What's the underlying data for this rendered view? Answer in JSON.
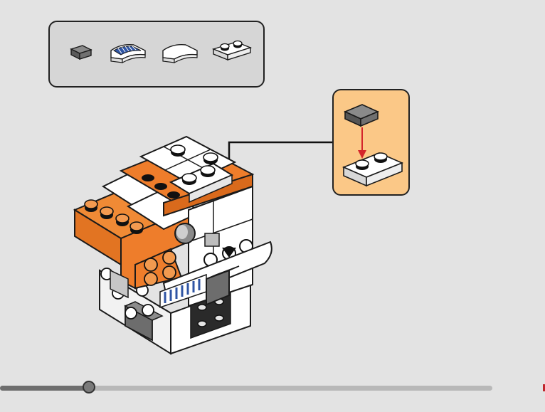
{
  "colors": {
    "background": "#e3e3e3",
    "parts_panel": "#d6d6d6",
    "subassembly_panel": "#fbc887",
    "orange": "#ee7d2b",
    "white": "#ffffff",
    "dark_gray": "#6d6d6d",
    "blue_print": "#2f55a4",
    "arrow_red": "#d4252b",
    "outline": "#1a1a1a"
  },
  "parts_list": [
    {
      "name": "dark-gray-tile-1x1",
      "color": "#6d6d6d"
    },
    {
      "name": "printed-curved-slope",
      "color": "#2f55a4"
    },
    {
      "name": "white-curved-slope",
      "color": "#ffffff"
    },
    {
      "name": "white-plate-1x2",
      "color": "#ffffff"
    }
  ],
  "subassembly": {
    "from_part": "dark-gray-tile-1x1",
    "to_part": "white-plate-1x2",
    "arrow": "arrow-down"
  },
  "progress": {
    "fraction": 0.18
  }
}
